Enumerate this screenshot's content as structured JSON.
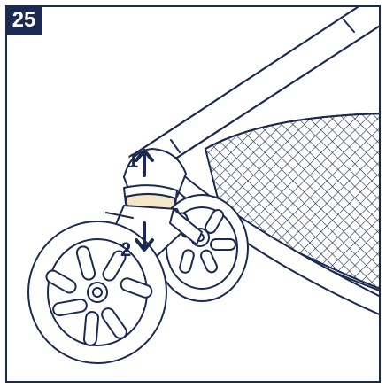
{
  "step": {
    "number": "25"
  },
  "labels": {
    "up": "1",
    "down": "2"
  },
  "colors": {
    "ink": "#1b2a4e",
    "highlight": "#f4e6c9",
    "background": "#ffffff"
  },
  "icons": {
    "up_arrow": "arrow-up-icon",
    "down_arrow": "arrow-down-icon"
  }
}
